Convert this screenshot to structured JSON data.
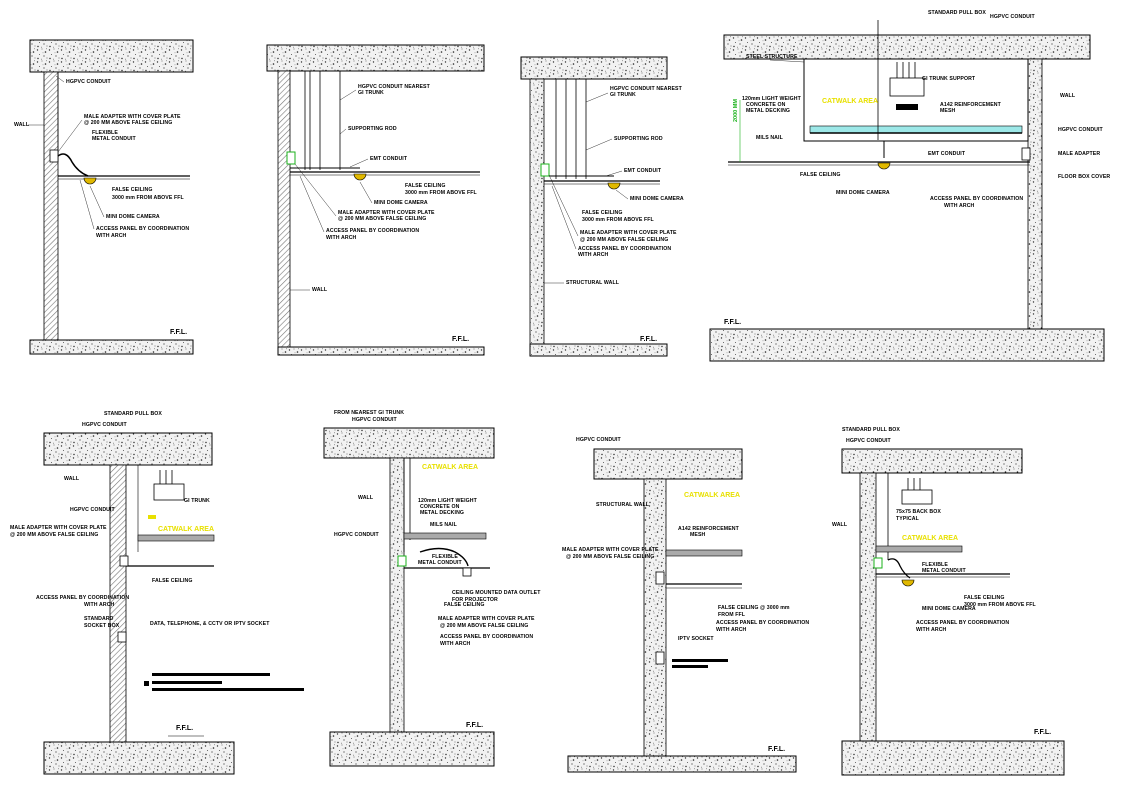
{
  "colors": {
    "catwalk": "#e8e000",
    "accent_green": "#1bb21b",
    "camera": "#e0b800",
    "hatch": "#777777"
  },
  "sections": {
    "s1": {
      "conduit": "HGPVC CONDUIT",
      "wall": "WALL",
      "adapter": [
        "MALE ADAPTER WITH COVER PLATE",
        "@ 200 MM ABOVE FALSE CEILING"
      ],
      "flexible": [
        "FLEXIBLE",
        "METAL CONDUIT"
      ],
      "ceiling": [
        "FALSE CEILING",
        "3000 mm FROM ABOVE FFL"
      ],
      "camera": "MINI DOME CAMERA",
      "access": [
        "ACCESS PANEL BY COORDINATION",
        "WITH ARCH"
      ],
      "ffl": "F.F.L."
    },
    "s2": {
      "conduit": [
        "HGPVC CONDUIT NEAREST",
        "GI TRUNK"
      ],
      "rod": "SUPPORTING ROD",
      "emt": "EMT CONDUIT",
      "ceiling": [
        "FALSE CEILING",
        "3000 mm FROM ABOVE FFL"
      ],
      "camera": "MINI DOME CAMERA",
      "adapter": [
        "MALE ADAPTER WITH COVER PLATE",
        "@ 200 MM ABOVE FALSE CEILING"
      ],
      "access": [
        "ACCESS PANEL BY COORDINATION",
        "WITH ARCH"
      ],
      "wall": "WALL",
      "ffl": "F.F.L."
    },
    "s3": {
      "conduit": [
        "HGPVC CONDUIT NEAREST",
        "GI TRUNK"
      ],
      "rod": "SUPPORTING ROD",
      "emt": "EMT CONDUIT",
      "camera": "MINI DOME CAMERA",
      "ceiling": [
        "FALSE CEILING",
        "3000 mm FROM ABOVE FFL"
      ],
      "adapter": [
        "MALE ADAPTER WITH COVER PLATE",
        "@ 200 MM ABOVE FALSE CEILING"
      ],
      "access": [
        "ACCESS PANEL BY COORDINATION",
        "WITH ARCH"
      ],
      "wall": "STRUCTURAL WALL",
      "ffl": "F.F.L."
    },
    "s4": {
      "pullbox": "STANDARD PULL BOX",
      "conduit": "HGPVC CONDUIT",
      "steel": "STEEL STRUCTURE",
      "gi": "GI TRUNK SUPPORT",
      "concrete": [
        "120mm LIGHT WEIGHT",
        "CONCRETE ON",
        "METAL DECKING"
      ],
      "catwalk": "CATWALK AREA",
      "mesh": [
        "A142 REINFORCEMENT",
        "MESH"
      ],
      "wall": "WALL",
      "conduit2": "HGPVC CONDUIT",
      "adapter": "MALE ADAPTER",
      "milsnail": "MILS NAIL",
      "emt": "EMT CONDUIT",
      "ceiling": "FALSE CEILING",
      "floorbox": "FLOOR BOX COVER",
      "camera": "MINI DOME CAMERA",
      "access": [
        "ACCESS PANEL BY COORDINATION",
        "WITH ARCH"
      ],
      "dim": "2000 MM",
      "ffl": "F.F.L."
    },
    "s5": {
      "pullbox": "STANDARD PULL BOX",
      "conduit": "HGPVC CONDUIT",
      "wall": "WALL",
      "conduit2": "HGPVC CONDUIT",
      "gi": "GI TRUNK",
      "adapter": [
        "MALE ADAPTER WITH COVER PLATE",
        "@ 200 MM ABOVE FALSE CEILING"
      ],
      "catwalk": "CATWALK AREA",
      "ceiling": "FALSE CEILING",
      "access": [
        "ACCESS PANEL BY COORDINATION",
        "WITH ARCH"
      ],
      "socket": [
        "STANDARD",
        "SOCKET BOX"
      ],
      "wallnote": "DATA, TELEPHONE, & CCTV OR IPTV SOCKET",
      "ffl": "F.F.L."
    },
    "s6": {
      "conduit": [
        "FROM NEAREST GI TRUNK",
        "HGPVC CONDUIT"
      ],
      "catwalk": "CATWALK AREA",
      "wall": "WALL",
      "concrete": [
        "120mm LIGHT WEIGHT",
        "CONCRETE ON",
        "METAL DECKING"
      ],
      "milsnail": "MILS NAIL",
      "conduit2": "HGPVC CONDUIT",
      "flexible": [
        "FLEXIBLE",
        "METAL CONDUIT"
      ],
      "outlet": [
        "CEILING MOUNTED DATA OUTLET",
        "FOR PROJECTOR"
      ],
      "ceiling": "FALSE CEILING",
      "adapter": [
        "MALE ADAPTER WITH COVER PLATE",
        "@ 200 MM ABOVE FALSE CEILING"
      ],
      "access": [
        "ACCESS PANEL BY COORDINATION",
        "WITH ARCH"
      ],
      "ffl": "F.F.L."
    },
    "s7": {
      "conduit": "HGPVC CONDUIT",
      "wall": "STRUCTURAL WALL",
      "catwalk": "CATWALK AREA",
      "mesh": [
        "A142 REINFORCEMENT",
        "MESH"
      ],
      "adapter": [
        "MALE ADAPTER WITH COVER PLATE",
        "@ 200 MM ABOVE FALSE CEILING"
      ],
      "ceiling": [
        "FALSE CEILING @ 3000 mm",
        "FROM FFL"
      ],
      "access": [
        "ACCESS PANEL BY COORDINATION",
        "WITH ARCH"
      ],
      "socket": "IPTV SOCKET",
      "ffl": "F.F.L."
    },
    "s8": {
      "pullbox": "STANDARD PULL BOX",
      "conduit": "HGPVC CONDUIT",
      "wall": "WALL",
      "backbox": [
        "75x75 BACK BOX",
        "TYPICAL"
      ],
      "catwalk": "CATWALK AREA",
      "flexible": [
        "FLEXIBLE",
        "METAL CONDUIT"
      ],
      "ceiling": [
        "FALSE CEILING",
        "3000 mm FROM ABOVE FFL"
      ],
      "camera": "MINI DOME CAMERA",
      "access": [
        "ACCESS PANEL BY COORDINATION",
        "WITH ARCH"
      ],
      "ffl": "F.F.L."
    }
  }
}
